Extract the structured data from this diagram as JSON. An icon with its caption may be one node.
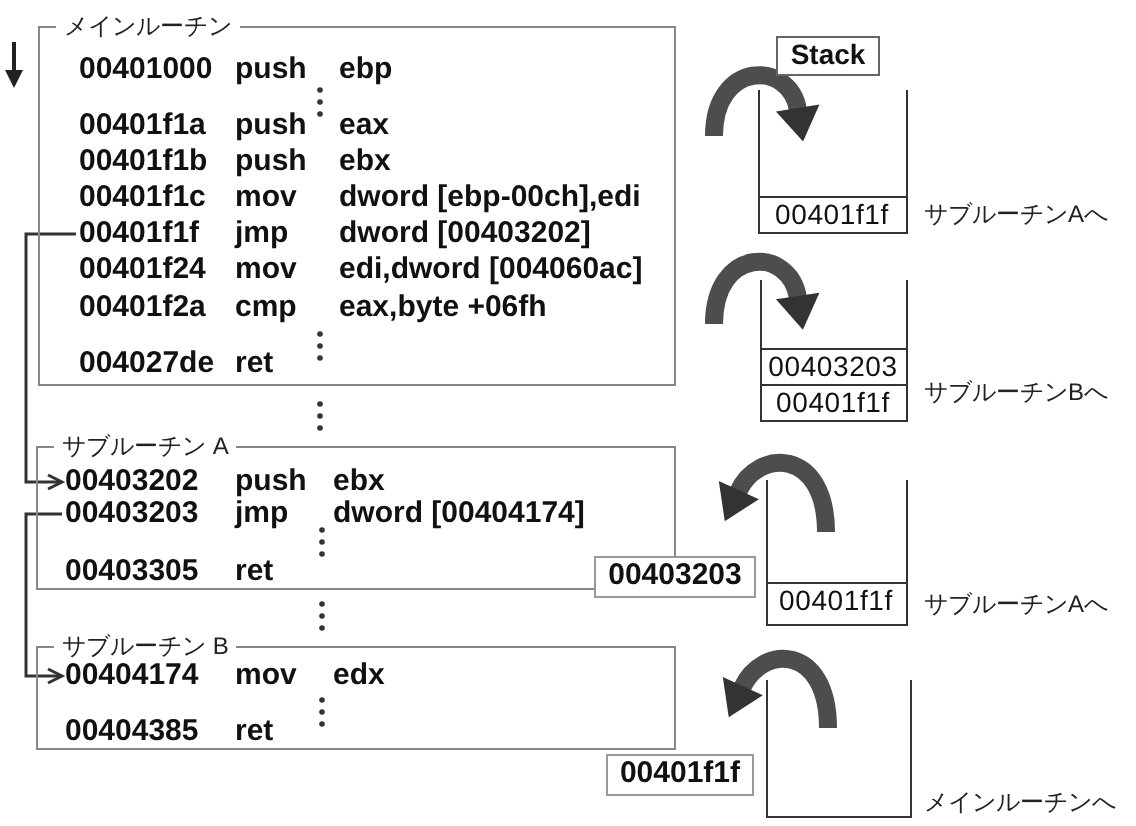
{
  "diagram": {
    "nodes": [
      {
        "text": [
          "メインルーチン"
        ]
      },
      {
        "text": [
          "00401000",
          "push",
          "ebp"
        ],
        "in": 0
      },
      {
        "text": [
          "00401f1a",
          "push",
          "eax"
        ],
        "in": 0
      },
      {
        "text": [
          "00401f1b",
          "push",
          "ebx"
        ],
        "in": 0
      },
      {
        "text": [
          "00401f1c",
          "mov",
          "dword [ebp-00ch],edi"
        ],
        "in": 0
      },
      {
        "text": [
          "00401f1f",
          "jmp",
          "dword [00403202]"
        ],
        "in": 0
      },
      {
        "text": [
          "00401f24",
          "mov",
          "edi,dword [004060ac]"
        ],
        "in": 0
      },
      {
        "text": [
          "00401f2a",
          "cmp",
          "eax,byte +06fh"
        ],
        "in": 0
      },
      {
        "text": [
          "004027de",
          "ret"
        ],
        "in": 0
      },
      {
        "text": [
          "Stack"
        ]
      },
      {
        "text": [],
        "shape": "box",
        "beside": [
          "サブルーチンAへ"
        ]
      },
      {
        "text": [
          "00401f1f"
        ],
        "in": 10
      },
      {
        "text": [],
        "shape": "box",
        "beside": [
          "サブルーチンBへ"
        ]
      },
      {
        "text": [
          "00403203"
        ],
        "in": 12
      },
      {
        "text": [
          "00401f1f"
        ],
        "in": 12
      },
      {
        "text": [
          "サブルーチン A"
        ]
      },
      {
        "text": [
          "00403202",
          "push",
          "ebx"
        ],
        "in": 15
      },
      {
        "text": [
          "00403203",
          "jmp",
          "dword [00404174]"
        ],
        "in": 15
      },
      {
        "text": [
          "00403305",
          "ret"
        ],
        "in": 15
      },
      {
        "text": [
          "00403203"
        ]
      },
      {
        "text": [],
        "shape": "box",
        "beside": [
          "サブルーチンAへ"
        ]
      },
      {
        "text": [
          "00401f1f"
        ],
        "in": 20
      },
      {
        "text": [
          "サブルーチン B"
        ]
      },
      {
        "text": [
          "00404174",
          "mov",
          "edx"
        ],
        "in": 22
      },
      {
        "text": [
          "00404385",
          "ret"
        ],
        "in": 22
      },
      {
        "text": [
          "00401f1f"
        ]
      },
      {
        "text": [],
        "shape": "box",
        "beside": [
          "メインルーチンへ"
        ]
      }
    ],
    "edges": [
      {
        "from": 5,
        "to": 16,
        "arrow": "to"
      },
      {
        "from": 17,
        "to": 23,
        "arrow": "to"
      }
    ]
  }
}
